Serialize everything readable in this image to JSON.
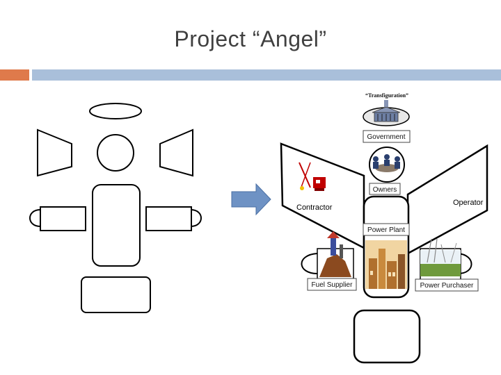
{
  "slide": {
    "title": "Project “Angel”",
    "accent_orange": "#DF7A4B",
    "accent_blue": "#A9BFDA",
    "arrow_color": "#6E92C4"
  },
  "labels": {
    "transfiguration": "“Transfiguration”",
    "government": "Government",
    "owners": "Owners",
    "contractor": "Contractor",
    "operator": "Operator",
    "power_plant": "Power Plant",
    "fuel_supplier": "Fuel Supplier",
    "power_purchaser": "Power Purchaser"
  }
}
